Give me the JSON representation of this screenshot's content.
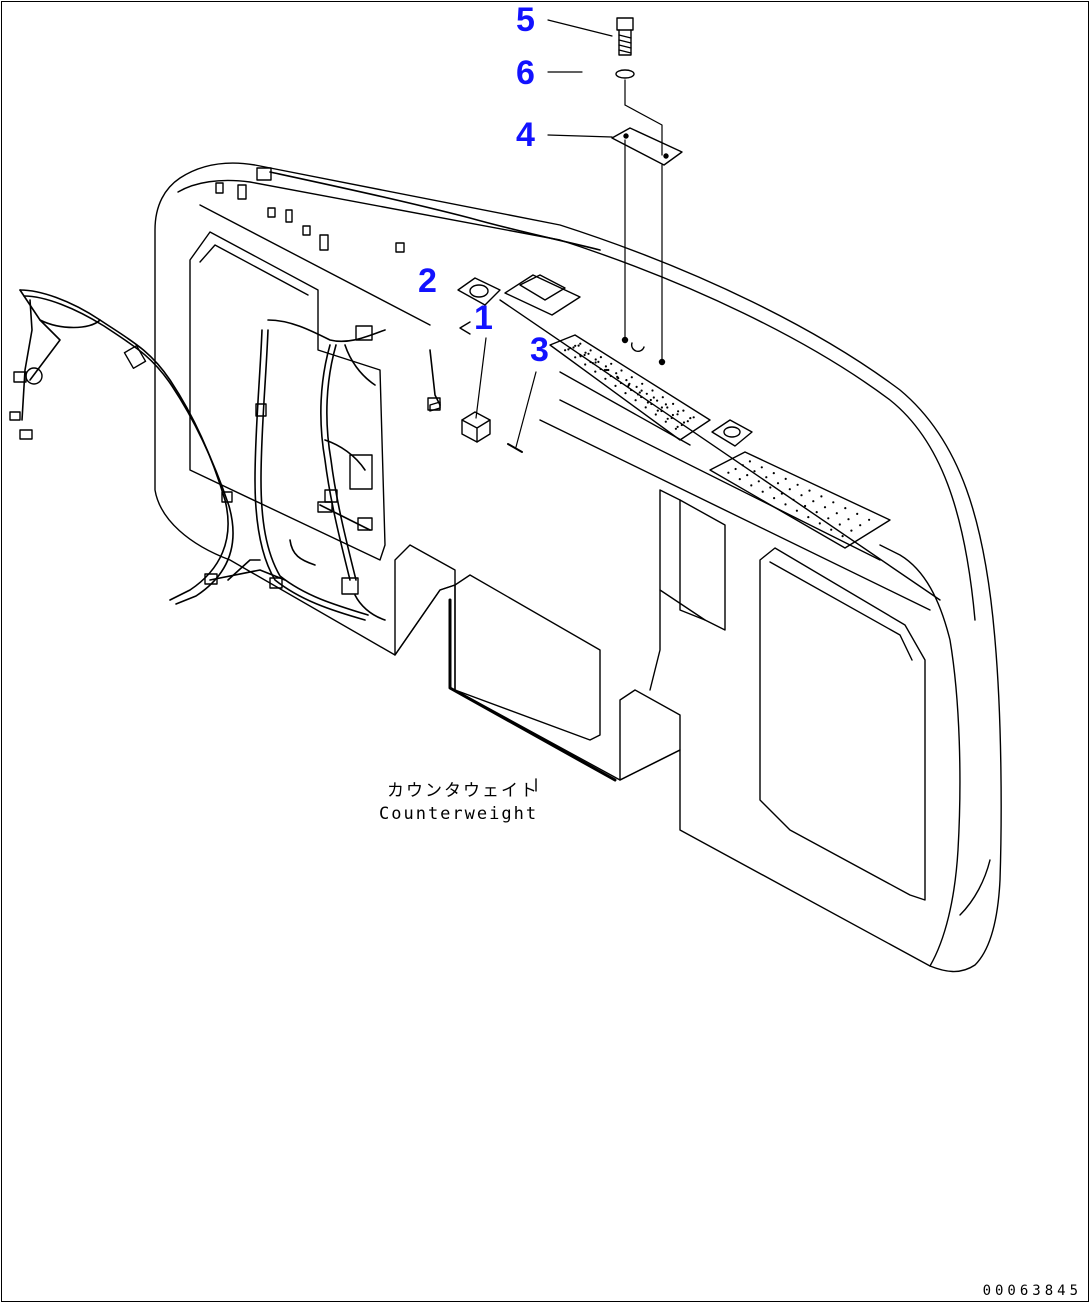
{
  "colors": {
    "part_number": "#1212ff",
    "line": "#000000",
    "background": "#ffffff"
  },
  "callouts": {
    "c1": "1",
    "c2": "2",
    "c3": "3",
    "c4": "4",
    "c5": "5",
    "c6": "6"
  },
  "caption": {
    "japanese": "カウンタウェイト",
    "english": "Counterweight"
  },
  "doc_code": "00063845"
}
